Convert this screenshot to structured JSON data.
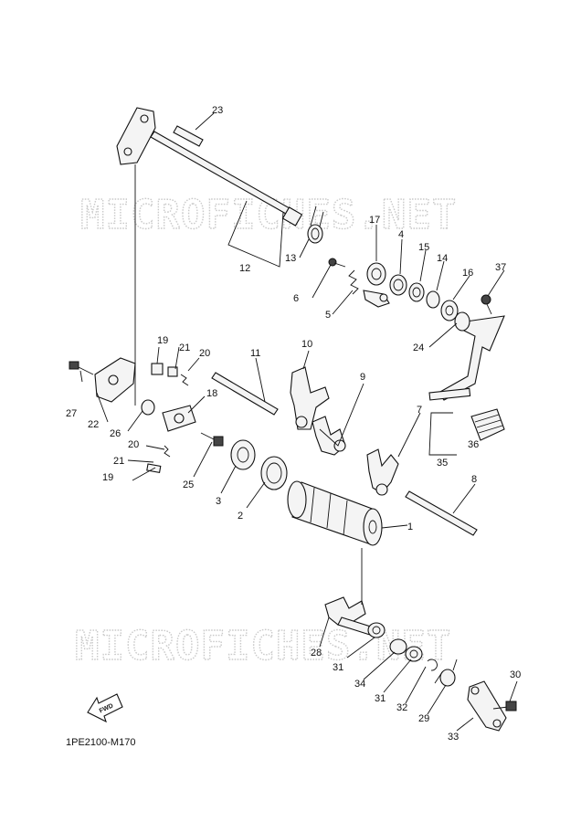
{
  "watermarks": [
    "MICROFICHES.NET",
    "MICROFICHES.NET"
  ],
  "diagram_code": "1PE2100-M170",
  "fwd_label": "FWD",
  "callouts": {
    "p1": "1",
    "p2": "2",
    "p3": "3",
    "p4": "4",
    "p5": "5",
    "p6": "6",
    "p7": "7",
    "p8": "8",
    "p9": "9",
    "p10": "10",
    "p11": "11",
    "p12": "12",
    "p13": "13",
    "p14": "14",
    "p15": "15",
    "p16": "16",
    "p17": "17",
    "p18": "18",
    "p19a": "19",
    "p19b": "19",
    "p20a": "20",
    "p20b": "20",
    "p21a": "21",
    "p21b": "21",
    "p22": "22",
    "p23": "23",
    "p24": "24",
    "p25": "25",
    "p26": "26",
    "p27": "27",
    "p28": "28",
    "p29": "29",
    "p30": "30",
    "p31a": "31",
    "p31b": "31",
    "p32": "32",
    "p33": "33",
    "p34": "34",
    "p35": "35",
    "p36": "36",
    "p37": "37"
  }
}
